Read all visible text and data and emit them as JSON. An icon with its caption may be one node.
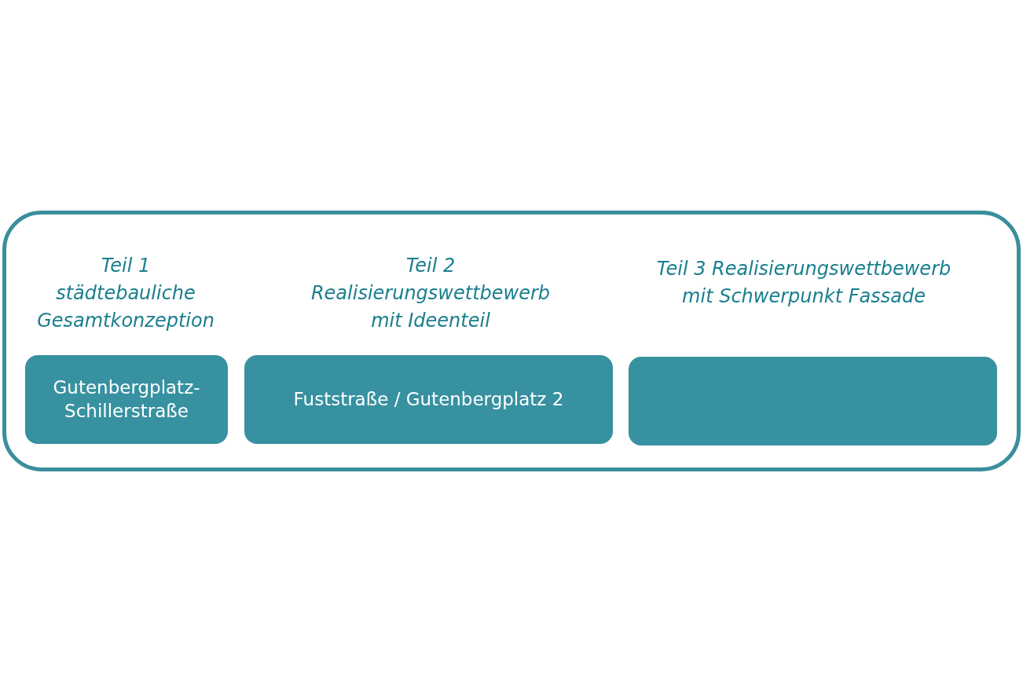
{
  "diagram": {
    "nodes": [
      {
        "text": [],
        "shape": "box"
      },
      {
        "text": [
          "Gutenbergplatz-Schillerstraße"
        ],
        "in": 0
      },
      {
        "text": [
          "Fuststraße / Gutenbergplatz 2"
        ],
        "in": 0
      },
      {
        "text": [],
        "shape": "box",
        "in": 0
      }
    ],
    "edges": [],
    "labels": [
      "Teil 1 städtebauliche Gesamtkonzeption",
      "Teil 2 Realisierungswettbewerb mit Ideenteil",
      "Teil 3 Realisierungswettbewerb mit Schwerpunkt Fassade"
    ]
  }
}
